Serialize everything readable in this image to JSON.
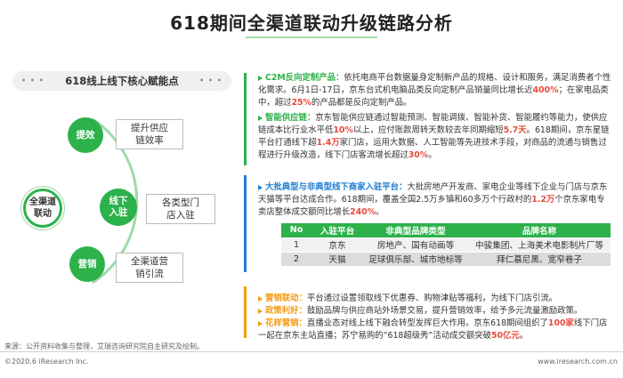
{
  "title": "618期间全渠道联动升级链路分析",
  "left": {
    "header": "618线上线下核心赋能点",
    "center_label": "全渠道联动",
    "nodes": [
      {
        "label": "提效",
        "desc": "提升供应链效率"
      },
      {
        "label": "线下入驻",
        "desc": "各类型门店入驻"
      },
      {
        "label": "营销",
        "desc": "全渠道营销引流"
      }
    ]
  },
  "sections": {
    "s1": {
      "c2m_label": "C2M反向定制产品：",
      "c2m_text_a": "依托电商平台数据量身定制新产品的规格、设计和服务，满足消费者个性化需求。6月1日-17日，京东台式机电脑品类反向定制产品销量同比增长近",
      "c2m_pct1": "400%",
      "c2m_text_b": "；在家电品类中，超过",
      "c2m_pct2": "25%",
      "c2m_text_c": "的产品都是反向定制产品。",
      "sc_label": "智能供应链：",
      "sc_text_a": "京东智能供应链通过智能预测、智能调拨、智能补货、智能履约等能力，使供应链成本比行业水平低",
      "sc_pct": "10%",
      "sc_text_b": "以上，应付账款周转天数较去年同期缩短",
      "sc_days": "5.7天",
      "sc_text_c": "。618期间，京东星链平台打通线下超",
      "sc_stores": "1.4万",
      "sc_text_d": "家门店，运用大数据、人工智能等先进技术手段，对商品的流通与销售过程进行升级改造，线下门店客流增长超过",
      "sc_pct2": "30%",
      "sc_text_e": "。"
    },
    "s2": {
      "label": "大批典型与非典型线下商家入驻平台：",
      "text_a": "大批房地产开发商、家电企业等线下企业与门店与京东天猫等平台达成合作。618期间，覆盖全国2.5万乡镇和60多万个行政村的",
      "num": "1.2万",
      "text_b": "个京东家电专卖店整体成交额同比增长",
      "pct": "240%",
      "text_c": "。"
    },
    "s3": {
      "l1_label": "营销联动：",
      "l1_text": "平台通过设置领取线下优惠券、购物津贴等福利，为线下门店引流。",
      "l2_label": "政策利好：",
      "l2_text": "鼓励品牌与供应商站外场景交易，提升营销效率，给予多元流量激励政策。",
      "l3_label": "花样营销：",
      "l3_text_a": "直播业态对线上线下融合转型发挥巨大作用。京东618期间组织了",
      "l3_num": "100家",
      "l3_text_b": "线下门店一起在京东主站直播；苏宁易购的“618超级秀”活动成交额突破",
      "l3_amount": "50亿元",
      "l3_text_c": "。"
    }
  },
  "table": {
    "headers": [
      "No",
      "入驻平台",
      "非典型品牌类型",
      "品牌名称"
    ],
    "rows": [
      [
        "1",
        "京东",
        "房地产、国有动画等",
        "中骏集团、上海美术电影制片厂等"
      ],
      [
        "2",
        "天猫",
        "足球俱乐部、城市地标等",
        "拜仁慕尼黑、宽窄巷子"
      ]
    ]
  },
  "footer": {
    "source": "来源：公开资料收集与整理，艾瑞咨询研究院自主研究及绘制。",
    "copyright": "©2020.6 iResearch Inc.",
    "site": "www.iresearch.com.cn"
  },
  "colors": {
    "accent_green": "#2db14b",
    "accent_blue": "#1f7dd1",
    "accent_orange": "#f39c12",
    "highlight_red": "#e74c3c"
  }
}
